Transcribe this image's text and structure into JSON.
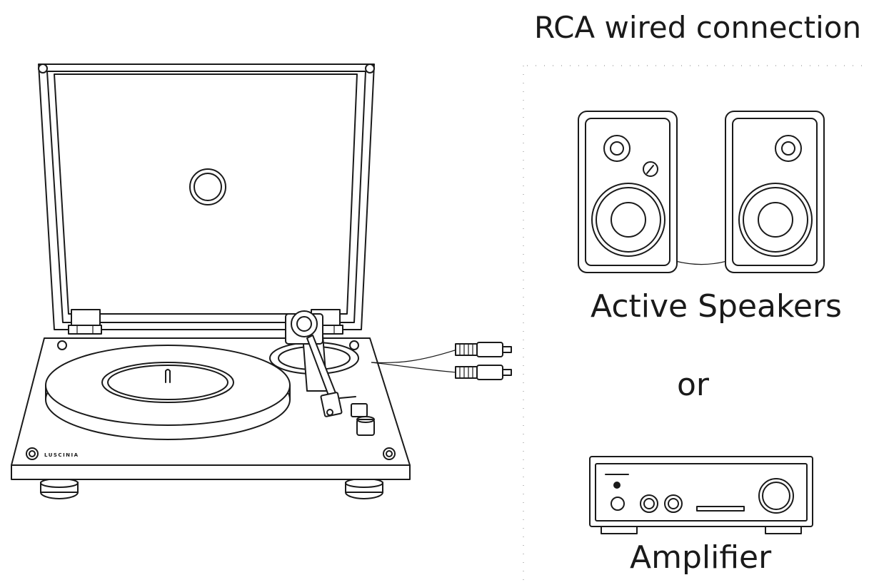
{
  "header": {
    "title": "RCA wired connection"
  },
  "turntable": {
    "brand": "LUSCINIA"
  },
  "options": {
    "speakers_label": "Active Speakers",
    "separator": "or",
    "amplifier_label": "Amplifier"
  },
  "colors": {
    "line": "#1a1a1a",
    "divider": "#9a9a9a",
    "background": "#ffffff"
  }
}
